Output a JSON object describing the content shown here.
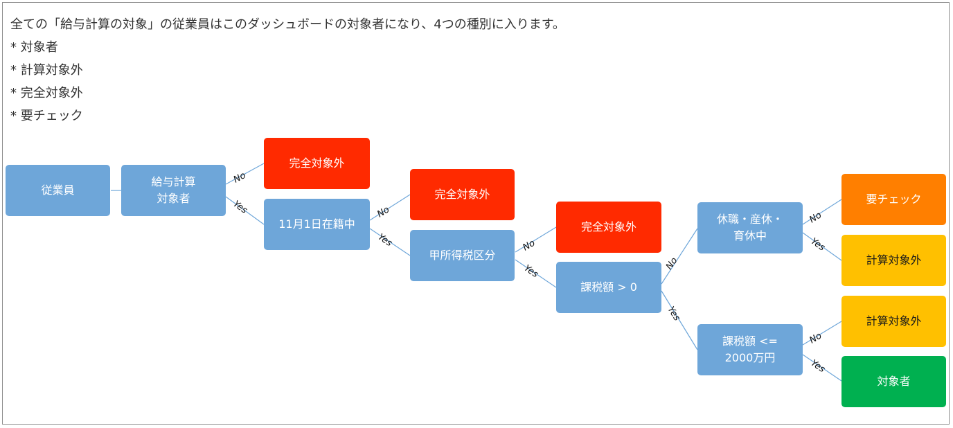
{
  "intro": {
    "text": "全ての「給与計算の対象」の従業員はこのダッシュボードの対象者になり、4つの種別に入ります。",
    "categories": [
      "* 対象者",
      "* 計算対象外",
      "* 完全対象外",
      "* 要チェック"
    ]
  },
  "nodes": {
    "employee": "従業員",
    "payroll_target": "給与計算\n対象者",
    "excluded_1": "完全対象外",
    "enrolled_nov1": "11月1日在籍中",
    "excluded_2": "完全対象外",
    "tax_class": "甲所得税区分",
    "excluded_3": "完全対象外",
    "taxable_gt0": "課税額 > 0",
    "leave": "休職・産休・\n育休中",
    "needs_check": "要チェック",
    "calc_excluded_1": "計算対象外",
    "taxable_le": "課税額 <=\n2000万円",
    "calc_excluded_2": "計算対象外",
    "target": "対象者"
  },
  "edge_labels": {
    "no": "No",
    "yes": "Yes"
  },
  "colors": {
    "step": "#6ea6d9",
    "fully_excluded": "#ff2a00",
    "needs_check": "#ff7f00",
    "calc_excluded": "#ffc000",
    "target": "#00b050"
  }
}
